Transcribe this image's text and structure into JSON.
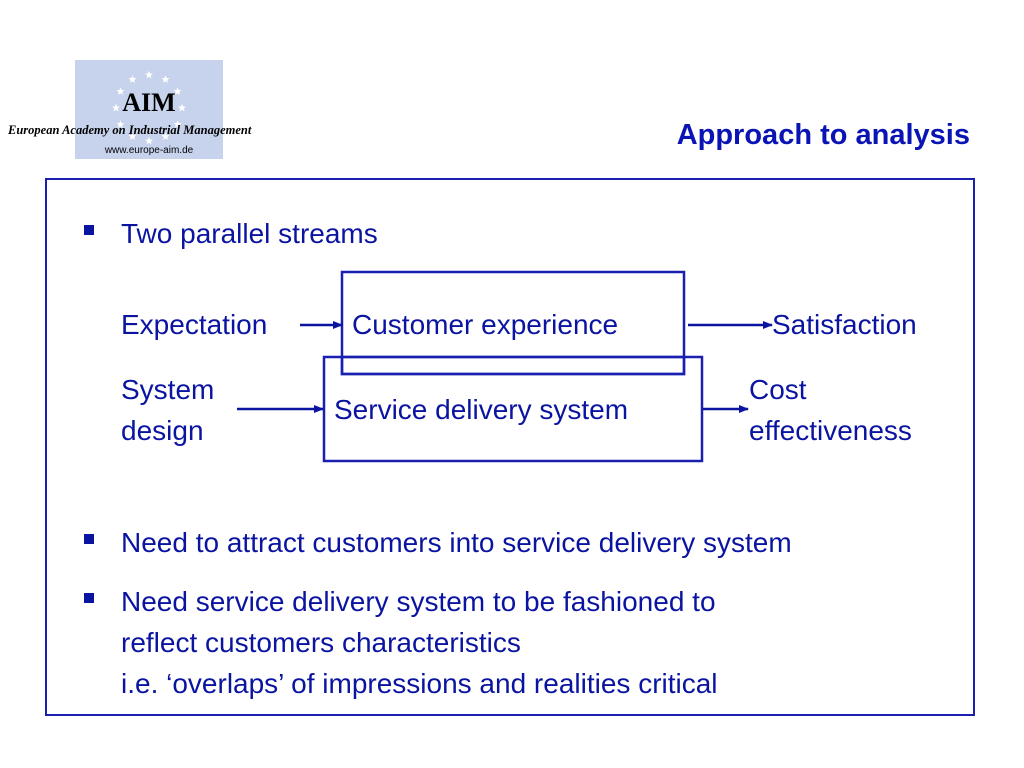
{
  "logo": {
    "acronym": "AIM",
    "organization": "European Academy on Industrial Management",
    "url": "www.europe-aim.de",
    "background_color": "#c7d2ec",
    "star_color": "#ffffff"
  },
  "title": "Approach to analysis",
  "bullets": [
    {
      "text": "Two parallel streams"
    },
    {
      "text": "Need to attract customers into service delivery system"
    },
    {
      "lines": [
        "Need service delivery system to be fashioned to",
        "reflect customers characteristics",
        "i.e. ‘overlaps’ of impressions and realities critical"
      ]
    }
  ],
  "diagram": {
    "stream_top": {
      "input": "Expectation",
      "process": "Customer experience",
      "output": "Satisfaction"
    },
    "stream_bottom": {
      "input_lines": [
        "System",
        "design"
      ],
      "process": "Service delivery system",
      "output_lines": [
        "Cost",
        "effectiveness"
      ]
    },
    "overlap_color": "#8a9ee0"
  },
  "colors": {
    "text": "#0a14a0",
    "frame": "#1a1fb0"
  }
}
